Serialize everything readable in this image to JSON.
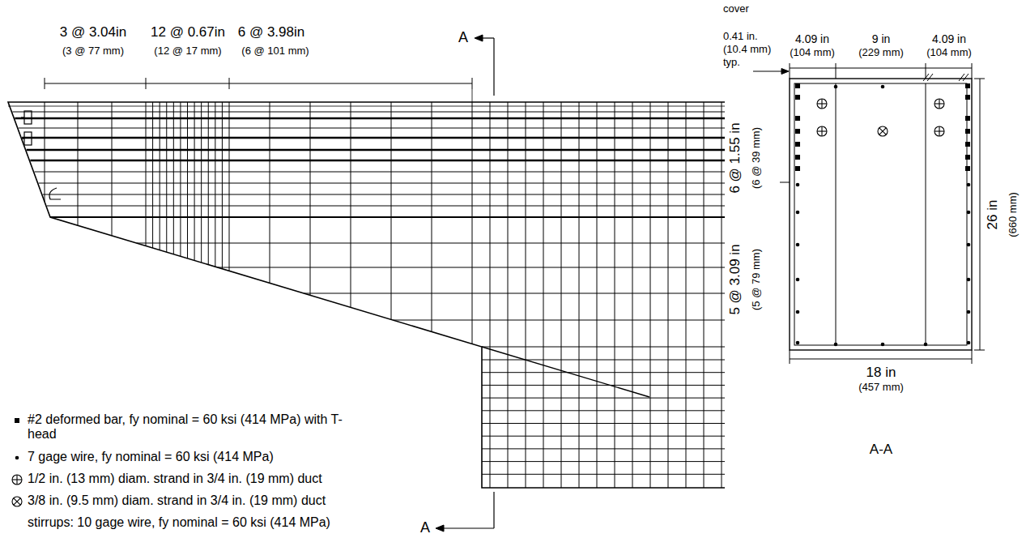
{
  "diagram": {
    "labels": [
      "3 @ 3.04in",
      "(3 @ 77 mm)",
      "12 @ 0.67in",
      "(12 @ 17 mm)",
      "6 @ 3.98in",
      "(6 @ 101 mm)",
      "A",
      "cover",
      "0.41 in.",
      "(10.4 mm)",
      "typ.",
      "4.09 in",
      "(104 mm)",
      "9 in",
      "(229 mm)",
      "4.09 in",
      "(104 mm)",
      "6 @ 1.55 in",
      "(6 @ 39 mm)",
      "5 @ 3.09 in",
      "(5 @ 79 mm)",
      "26 in",
      "(660 mm)",
      "18 in",
      "(457 mm)",
      "A-A",
      "stirrups: 10 gage wire, fy nominal = 60 ksi (414 MPa)",
      "A"
    ],
    "legend": [
      {
        "text": "#2 deformed bar, fy nominal = 60 ksi (414 MPa) with T-head"
      },
      {
        "text": "7 gage wire, fy nominal = 60 ksi (414 MPa)"
      },
      {
        "text": "1/2 in. (13 mm) diam. strand in 3/4 in. (19 mm) duct"
      },
      {
        "text": "3/8 in. (9.5 mm) diam. strand in 3/4 in. (19 mm) duct"
      }
    ]
  }
}
